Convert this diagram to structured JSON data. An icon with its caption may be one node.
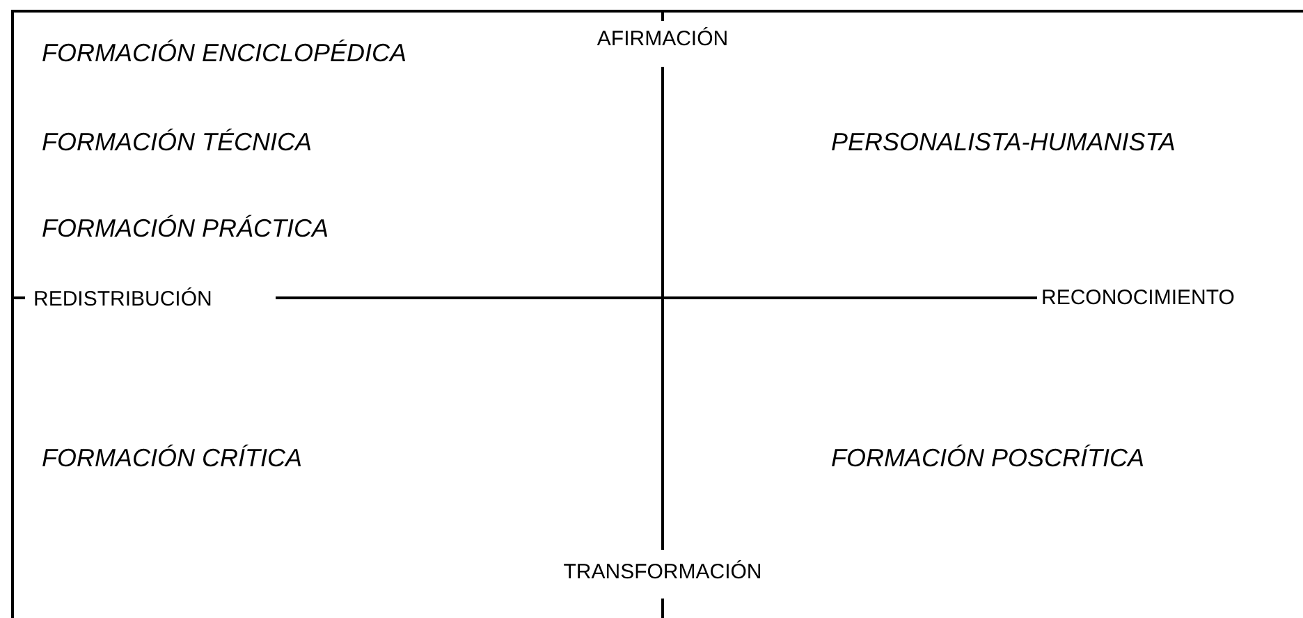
{
  "diagram": {
    "labels": [
      "FORMACIÓN ENCICLOPÉDICA",
      "AFIRMACIÓN",
      "FORMACIÓN TÉCNICA",
      "PERSONALISTA-HUMANISTA",
      "FORMACIÓN PRÁCTICA",
      "REDISTRIBUCIÓN",
      "RECONOCIMIENTO",
      "FORMACIÓN CRÍTICA",
      "FORMACIÓN POSCRÍTICA",
      "TRANSFORMACIÓN"
    ]
  }
}
